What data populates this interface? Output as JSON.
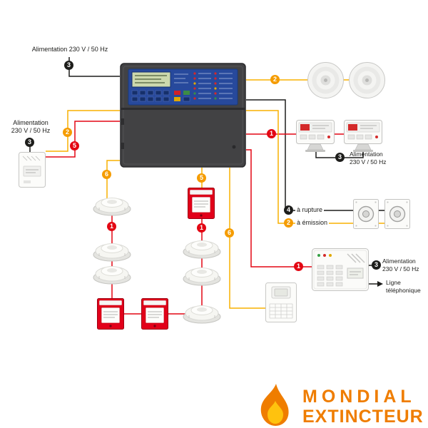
{
  "colors": {
    "wire_red": "#e30613",
    "wire_orange": "#f9b000",
    "wire_black": "#1d1d1b",
    "badge_red": "#e30613",
    "badge_orange": "#f59c00",
    "badge_black": "#1d1d1b",
    "logo_orange": "#ef7d00",
    "callpoint_red": "#e2001a",
    "panel_face_blue": "#27499c",
    "panel_body_gray": "#424244"
  },
  "labels": {
    "top_psu": "Alimentation 230 V / 50 Hz",
    "left_psu": [
      "Alimentation",
      "230 V / 50 Hz"
    ],
    "repeater_psu": [
      "Alimentation",
      "230 V / 50 Hz"
    ],
    "rupture": "à rupture",
    "emission": "à émission",
    "transmitter_psu": [
      "Alimentation",
      "230 V / 50 Hz"
    ],
    "phone_line": [
      "Ligne",
      "téléphonique"
    ]
  },
  "badges": {
    "mains_top": "3",
    "mains_left": "3",
    "panel_orange": "2",
    "panel_red": "5",
    "left_chain_top": "6",
    "left_chain_mid": "1",
    "mid_chain_top": "5",
    "mid_chain_mid": "1",
    "beacon_line": "6",
    "sirens": "2",
    "repeaters": "1",
    "repeater_psu": "3",
    "rupture": "4",
    "emission": "2",
    "transmitter": "1",
    "transmitter_psu": "3"
  },
  "logo": {
    "line1": "MONDIAL",
    "line2": "EXTINCTEUR"
  }
}
